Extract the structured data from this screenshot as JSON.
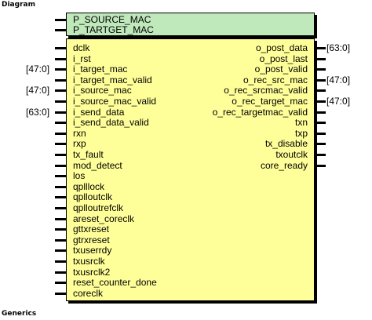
{
  "headings": {
    "top": "Diagram",
    "bottom": "Generics"
  },
  "generics": [
    "P_SOURCE_MAC",
    "P_TARTGET_MAC"
  ],
  "left_ports": [
    {
      "name": "dclk",
      "bus": ""
    },
    {
      "name": "i_rst",
      "bus": ""
    },
    {
      "name": "i_target_mac",
      "bus": "[47:0]"
    },
    {
      "name": "i_target_mac_valid",
      "bus": ""
    },
    {
      "name": "i_source_mac",
      "bus": "[47:0]"
    },
    {
      "name": "i_source_mac_valid",
      "bus": ""
    },
    {
      "name": "i_send_data",
      "bus": "[63:0]"
    },
    {
      "name": "i_send_data_valid",
      "bus": ""
    },
    {
      "name": "rxn",
      "bus": ""
    },
    {
      "name": "rxp",
      "bus": ""
    },
    {
      "name": "tx_fault",
      "bus": ""
    },
    {
      "name": "mod_detect",
      "bus": ""
    },
    {
      "name": "los",
      "bus": ""
    },
    {
      "name": "qplllock",
      "bus": ""
    },
    {
      "name": "qplloutclk",
      "bus": ""
    },
    {
      "name": "qplloutrefclk",
      "bus": ""
    },
    {
      "name": "areset_coreclk",
      "bus": ""
    },
    {
      "name": "gttxreset",
      "bus": ""
    },
    {
      "name": "gtrxreset",
      "bus": ""
    },
    {
      "name": "txuserrdy",
      "bus": ""
    },
    {
      "name": "txusrclk",
      "bus": ""
    },
    {
      "name": "txusrclk2",
      "bus": ""
    },
    {
      "name": "reset_counter_done",
      "bus": ""
    },
    {
      "name": "coreclk",
      "bus": ""
    }
  ],
  "right_ports": [
    {
      "name": "o_post_data",
      "bus": "[63:0]"
    },
    {
      "name": "o_post_last",
      "bus": ""
    },
    {
      "name": "o_post_valid",
      "bus": ""
    },
    {
      "name": "o_rec_src_mac",
      "bus": "[47:0]"
    },
    {
      "name": "o_rec_srcmac_valid",
      "bus": ""
    },
    {
      "name": "o_rec_target_mac",
      "bus": "[47:0]"
    },
    {
      "name": "o_rec_targetmac_valid",
      "bus": ""
    },
    {
      "name": "txn",
      "bus": ""
    },
    {
      "name": "txp",
      "bus": ""
    },
    {
      "name": "tx_disable",
      "bus": ""
    },
    {
      "name": "txoutclk",
      "bus": ""
    },
    {
      "name": "core_ready",
      "bus": ""
    }
  ],
  "colors": {
    "entity_fill": "#ffff99",
    "generic_fill": "#bfe8bb",
    "outline": "#000000"
  }
}
